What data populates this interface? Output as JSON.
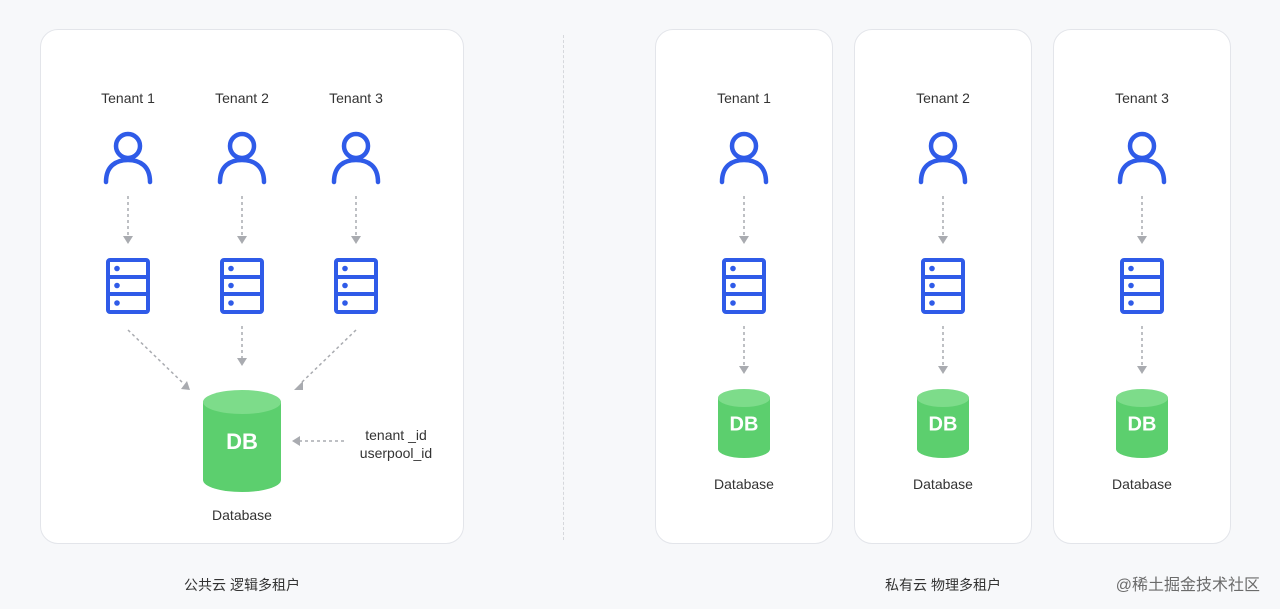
{
  "public_cloud": {
    "tenants": [
      "Tenant 1",
      "Tenant 2",
      "Tenant 3"
    ],
    "db_text": "DB",
    "db_label": "Database",
    "annotation": [
      "tenant _id",
      "userpool_id"
    ],
    "caption": "公共云 逻辑多租户"
  },
  "private_cloud": {
    "panels": [
      {
        "tenant": "Tenant 1",
        "db_text": "DB",
        "db_label": "Database"
      },
      {
        "tenant": "Tenant 2",
        "db_text": "DB",
        "db_label": "Database"
      },
      {
        "tenant": "Tenant 3",
        "db_text": "DB",
        "db_label": "Database"
      }
    ],
    "caption": "私有云 物理多租户"
  },
  "watermark": "@稀土掘金技术社区",
  "colors": {
    "accent_blue": "#2f5be8",
    "db_green": "#5ccf6e",
    "db_green_top": "#7ddc8a",
    "arrow_gray": "#a9abb0",
    "panel_bg": "#ffffff",
    "page_bg": "#f7f8fa"
  },
  "icons": {
    "tenant": "user-icon",
    "service": "server-icon",
    "database": "database-cylinder-icon"
  }
}
